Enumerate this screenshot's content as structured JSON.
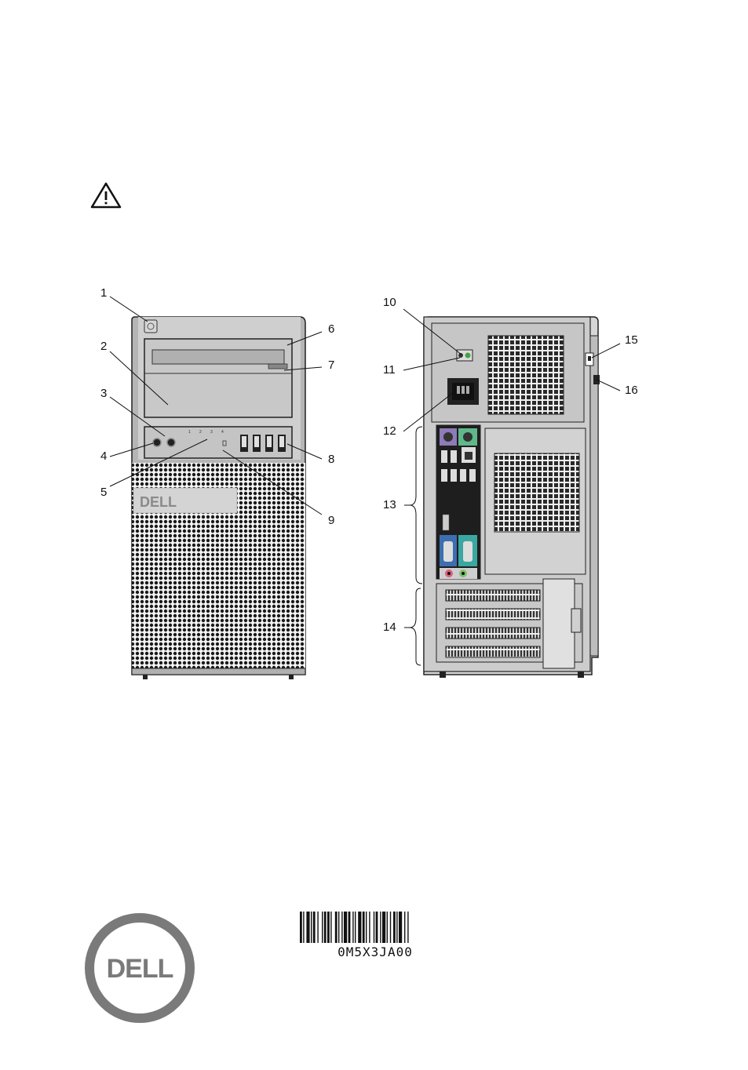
{
  "callouts": [
    "1",
    "2",
    "3",
    "4",
    "5",
    "6",
    "7",
    "8",
    "9",
    "10",
    "11",
    "12",
    "13",
    "14",
    "15",
    "16"
  ],
  "front_logo_text": "DELL",
  "front_indicator_digits": [
    "1",
    "2",
    "3",
    "4"
  ],
  "barcode_text": "0M5X3JA00",
  "brand_logo_text": "DELL",
  "colors": {
    "ps2_mouse": "#8e7bb8",
    "ps2_keyboard": "#5fb88a",
    "vga": "#3d6fb0",
    "serial": "#3aa7a0",
    "audio_out": "#7cc36a",
    "audio_in": "#d9607a"
  }
}
